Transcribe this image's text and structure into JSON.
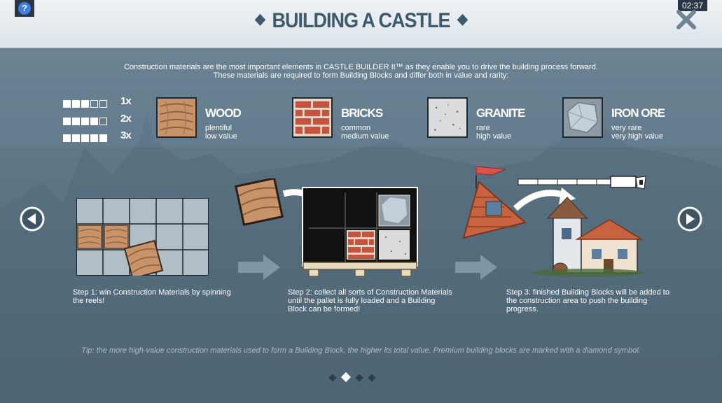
{
  "header": {
    "title": "BUILDING A CASTLE",
    "timer": "02:37",
    "help_label": "?"
  },
  "intro": {
    "line1": "Construction materials are the most important elements in CASTLE BUILDER II™ as they enable you to drive the building process forward.",
    "line2": "These materials are required to form Building Blocks and differ both in value and rarity:"
  },
  "multipliers": [
    {
      "label": "1x",
      "filled": 3,
      "total": 5
    },
    {
      "label": "2x",
      "filled": 4,
      "total": 5
    },
    {
      "label": "3x",
      "filled": 5,
      "total": 5
    }
  ],
  "materials": [
    {
      "name": "WOOD",
      "line1": "plentiful",
      "line2": "low value",
      "icon": "wood-tile-icon"
    },
    {
      "name": "BRICKS",
      "line1": "common",
      "line2": "medium value",
      "icon": "bricks-tile-icon"
    },
    {
      "name": "GRANITE",
      "line1": "rare",
      "line2": "high value",
      "icon": "granite-tile-icon"
    },
    {
      "name": "IRON ORE",
      "line1": "very rare",
      "line2": "very high value",
      "icon": "iron-ore-tile-icon"
    }
  ],
  "steps": [
    {
      "line1": "Step 1: win Construction Materials by spinning",
      "line2": "the reels!",
      "line3": ""
    },
    {
      "line1": "Step 2: collect all sorts of Construction Materials",
      "line2": "until the pallet is fully loaded and a Building",
      "line3": "Block can be formed!"
    },
    {
      "line1": "Step 3: finished Building Blocks will be added to",
      "line2": "the construction area to push the building",
      "line3": "progress."
    }
  ],
  "tip": "Tip: the more high-value construction materials used to form a Building Block, the higher its total value. Premium building blocks are marked with a diamond symbol.",
  "pagination": {
    "total": 4,
    "current": 2
  },
  "colors": {
    "title": "#3f5a6c",
    "wood": "#c9936a",
    "brick": "#c6533f",
    "granite": "#dcdcdc",
    "iron": "#b9c5cd",
    "pallet_bg": "#111111"
  }
}
